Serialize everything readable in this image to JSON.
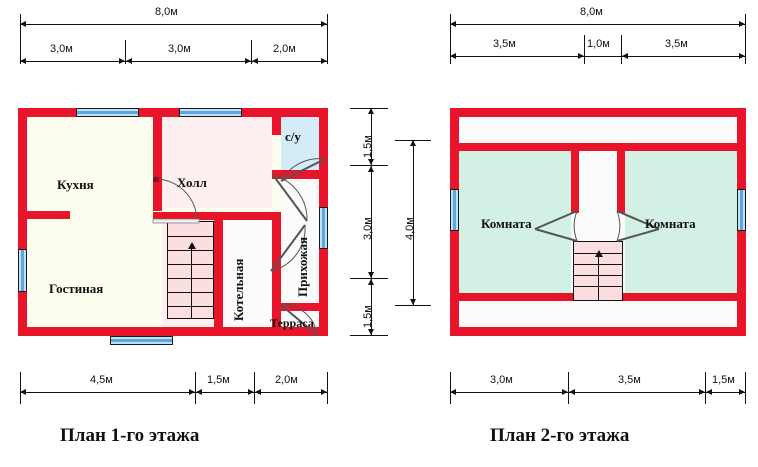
{
  "floor1": {
    "title": "План 1-го этажа",
    "top_dimensions": {
      "total": "8,0м",
      "segments": [
        "3,0м",
        "3,0м",
        "2,0м"
      ]
    },
    "bottom_dimensions": {
      "segments": [
        "4,5м",
        "1,5м",
        "2,0м"
      ]
    },
    "right_dimensions": {
      "segments": [
        "1,5м",
        "3,0м",
        "1,5м"
      ],
      "total": "4,0м"
    },
    "rooms": [
      {
        "name": "Кухня",
        "label": "Кухня"
      },
      {
        "name": "Холл",
        "label": "Холл"
      },
      {
        "name": "Гостиная",
        "label": "Гостиная"
      },
      {
        "name": "Котельная",
        "label": "Котельная"
      },
      {
        "name": "Прихожая",
        "label": "Прихожая"
      },
      {
        "name": "Санузел",
        "label": "с/у"
      },
      {
        "name": "Терраса",
        "label": "Терраса"
      }
    ]
  },
  "floor2": {
    "title": "План 2-го этажа",
    "top_dimensions": {
      "total": "8,0м",
      "segments": [
        "3,5м",
        "1,0м",
        "3,5м"
      ]
    },
    "bottom_dimensions": {
      "segments": [
        "3,0м",
        "3,5м",
        "1,5м"
      ]
    },
    "rooms": [
      {
        "name": "Комната-левая",
        "label": "Комната"
      },
      {
        "name": "Комната-правая",
        "label": "Комната"
      }
    ]
  },
  "colors": {
    "wall": "#e8142a",
    "room_cream": "#fdfdf0",
    "room_pink": "#fdeff0",
    "room_blue": "#d3ecf8",
    "room_mint": "#d2f0e4",
    "window": "#86c5ea",
    "dimension": "#111111"
  }
}
